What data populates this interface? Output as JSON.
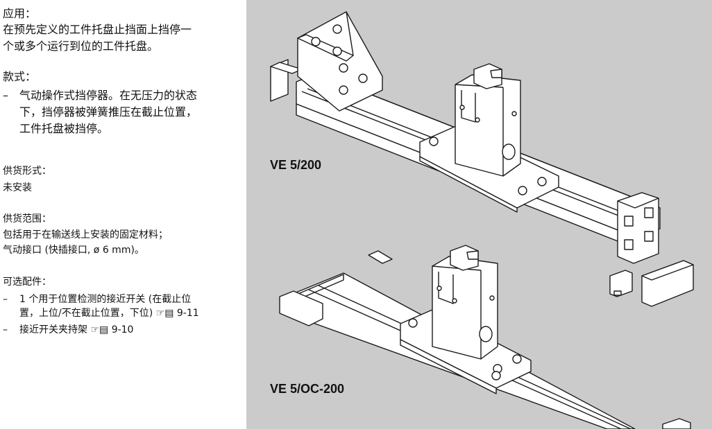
{
  "sections": {
    "application": {
      "heading": "应用：",
      "text_line1": "在预先定义的工件托盘止挡面上挡停一",
      "text_line2": "个或多个运行到位的工件托盘。"
    },
    "design": {
      "heading": "款式：",
      "items": [
        {
          "dash": "–",
          "line1": "气动操作式挡停器。在无压力的状态",
          "line2": "下，挡停器被弹簧推压在截止位置，",
          "line3": "工件托盘被挡停。"
        }
      ]
    },
    "delivery_form": {
      "heading": "供货形式：",
      "value": "未安装"
    },
    "scope_of_delivery": {
      "heading": "供货范围：",
      "line1": "包括用于在输送线上安装的固定材料；",
      "line2": "气动接口 (快插接口, ø 6 mm)。"
    },
    "options": {
      "heading": "可选配件：",
      "items": [
        {
          "dash": "–",
          "line1": "1 个用于位置检测的接近开关 (在截止位",
          "line2_text": "置，上位/不在截止位置，下位)",
          "ref_icon": "☞▤",
          "ref": "9-11"
        },
        {
          "dash": "–",
          "line1_text": "接近开关夹持架",
          "ref_icon": "☞▤",
          "ref": "9-10"
        }
      ]
    }
  },
  "figures": {
    "top_label": "VE 5/200",
    "bottom_label": "VE 5/OC-200",
    "background_color": "#cbcbcb",
    "line_color": "#1a1a1a",
    "part_fill": "#ffffff"
  }
}
